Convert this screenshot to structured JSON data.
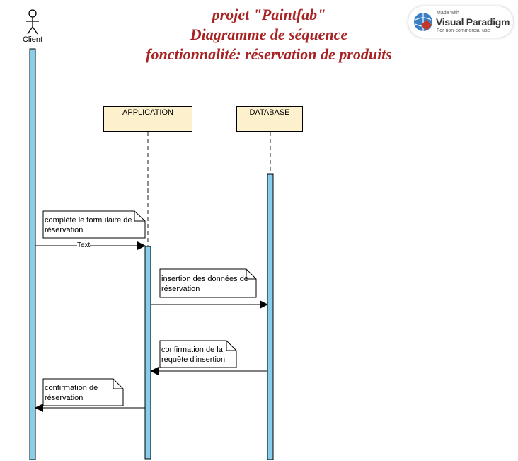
{
  "title": {
    "line1": "projet \"Paintfab\"",
    "line2": "Diagramme de séquence",
    "line3": "fonctionnalité: réservation de produits"
  },
  "actor": {
    "label": "Client"
  },
  "lifelines": [
    {
      "label": "APPLICATION"
    },
    {
      "label": "DATABASE"
    }
  ],
  "notes": [
    {
      "line1": "complète le formulaire de",
      "line2": "réservation"
    },
    {
      "line1": "insertion des données de",
      "line2": "réservation"
    },
    {
      "line1": "confirmation de la",
      "line2": "requête d'insertion"
    },
    {
      "line1": "confirmation de",
      "line2": "réservation"
    }
  ],
  "messages": [
    {
      "label": "Text"
    }
  ],
  "watermark": {
    "small": "Made with",
    "brand": "Visual Paradigm",
    "foot": "For non-commercial use"
  },
  "colors": {
    "activation": "#87ceeb",
    "lifeline_fill": "#fdf0cc",
    "title": "#a82424"
  }
}
